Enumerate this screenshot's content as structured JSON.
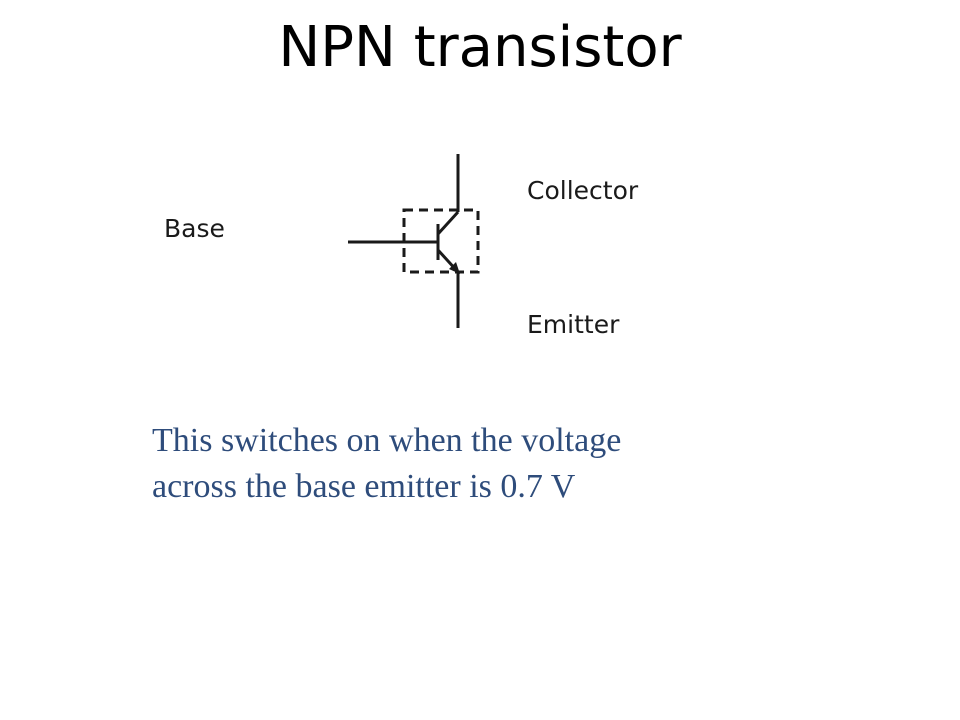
{
  "title": "NPN transistor",
  "diagram": {
    "base_label": "Base",
    "collector_label": "Collector",
    "emitter_label": "Emitter"
  },
  "caption": {
    "line1": "This switches on when the voltage",
    "line2": "across the base emitter is 0.7 V"
  },
  "colors": {
    "caption_text": "#2e4c7b",
    "symbol_stroke": "#1a1a1a"
  }
}
